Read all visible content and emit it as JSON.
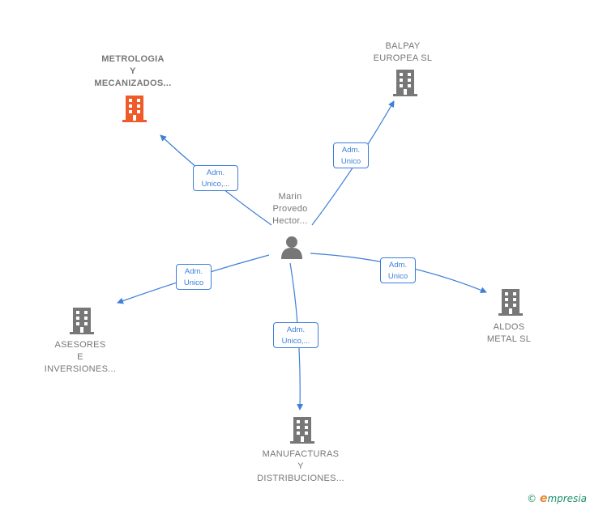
{
  "center": {
    "label": "Marin\nProvedo\nHector..."
  },
  "companies": {
    "metrologia": {
      "label": "METROLOGIA\nY\nMECANIZADOS...",
      "color": "#f05a28"
    },
    "balpay": {
      "label": "BALPAY\nEUROPEA  SL",
      "color": "#777777"
    },
    "asesores": {
      "label": "ASESORES\nE\nINVERSIONES...",
      "color": "#777777"
    },
    "aldos": {
      "label": "ALDOS\nMETAL  SL",
      "color": "#777777"
    },
    "manufacturas": {
      "label": "MANUFACTURAS\nY\nDISTRIBUCIONES...",
      "color": "#777777"
    }
  },
  "edges": {
    "metrologia": "Adm.\nUnico,...",
    "balpay": "Adm.\nUnico",
    "asesores": "Adm.\nUnico",
    "aldos": "Adm.\nUnico",
    "manufacturas": "Adm.\nUnico,..."
  },
  "colors": {
    "edge": "#3d7fd9",
    "person": "#777777",
    "highlight": "#f05a28"
  },
  "footer": {
    "copyright": "©",
    "brand_e": "e",
    "brand_rest": "mpresia"
  }
}
